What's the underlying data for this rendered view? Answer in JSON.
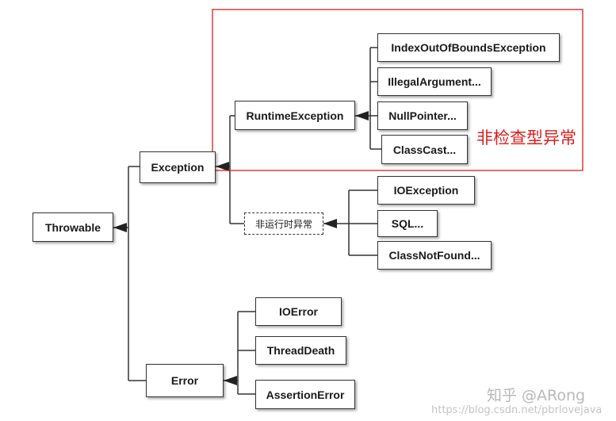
{
  "nodes": {
    "throwable": "Throwable",
    "exception": "Exception",
    "error": "Error",
    "runtime_exception": "RuntimeException",
    "non_runtime": "非运行时异常",
    "index_out_of_bounds": "IndexOutOfBoundsException",
    "illegal_argument": "IllegalArgument...",
    "null_pointer": "NullPointer...",
    "class_cast": "ClassCast...",
    "io_exception": "IOException",
    "sql": "SQL...",
    "class_not_found": "ClassNotFound...",
    "io_error": "IOError",
    "thread_death": "ThreadDeath",
    "assertion_error": "AssertionError"
  },
  "annotation": {
    "label": "非检查型异常",
    "color": "#d81e1e"
  },
  "watermark": {
    "brand": "知乎 @ARong",
    "url": "https://blog.csdn.net/pbrlovejava"
  }
}
